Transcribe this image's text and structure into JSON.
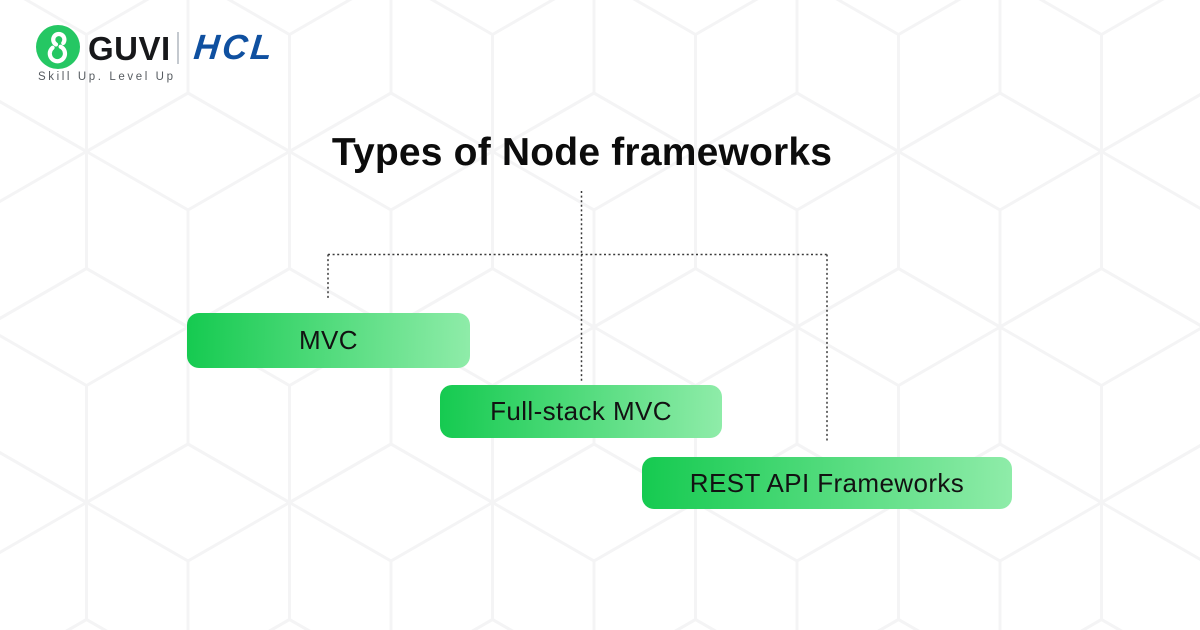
{
  "brand": {
    "name": "GUVI",
    "partner": "HCL",
    "tagline": "Skill Up. Level Up"
  },
  "diagram": {
    "title": "Types of Node frameworks",
    "nodes": [
      {
        "id": "mvc",
        "label": "MVC"
      },
      {
        "id": "full-stack-mvc",
        "label": "Full-stack MVC"
      },
      {
        "id": "rest-api-frameworks",
        "label": "REST API Frameworks"
      }
    ]
  },
  "colors": {
    "node_gradient_start": "#15ca50",
    "node_gradient_end": "#8feca9",
    "guvi_green": "#25c763",
    "hcl_blue": "#0f50a0",
    "connector_dotted": "#3a3a3a",
    "background_pattern_line": "#f4f4f5",
    "title_text": "#0c0c0c"
  }
}
